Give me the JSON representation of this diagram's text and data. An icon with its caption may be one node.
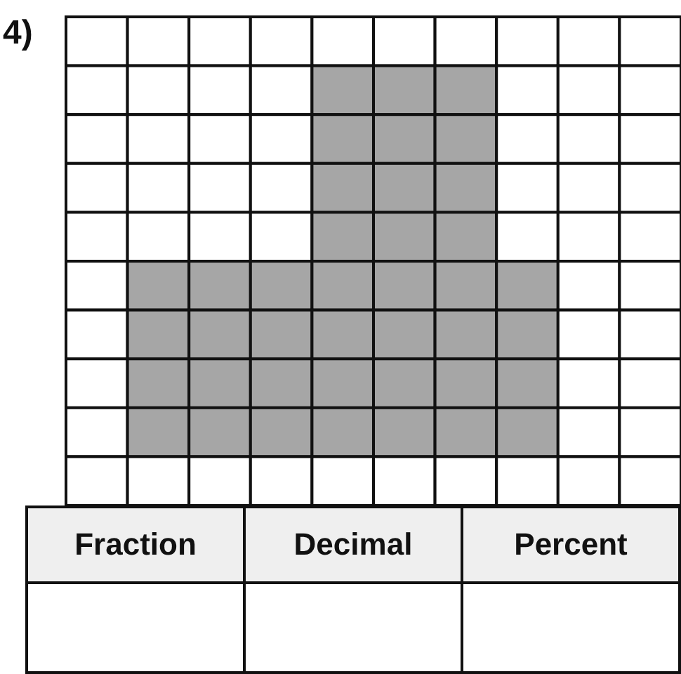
{
  "diagram": {
    "labels": [
      "4)",
      "Fraction",
      "Decimal",
      "Percent"
    ]
  }
}
